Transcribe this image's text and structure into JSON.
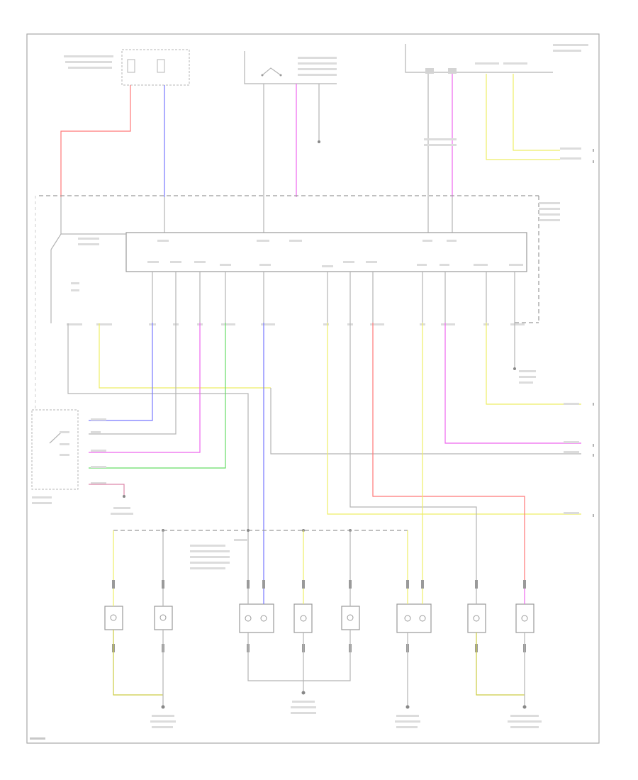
{
  "diagram": {
    "footer_code": "",
    "colors": {
      "red": "#ff7777",
      "blue": "#7777ff",
      "pink": "#ee66ee",
      "yellow": "#eeee66",
      "green": "#66dd66",
      "gray": "#b4b4b4",
      "brown": "#dd88aa"
    },
    "components": [
      "fuse-box",
      "relay-switch",
      "instrument-cluster",
      "body-control-module",
      "headlamp-switch",
      "parking-lamp",
      "side-marker-lamp",
      "tail-lamp",
      "license-lamp",
      "ground-point"
    ]
  }
}
